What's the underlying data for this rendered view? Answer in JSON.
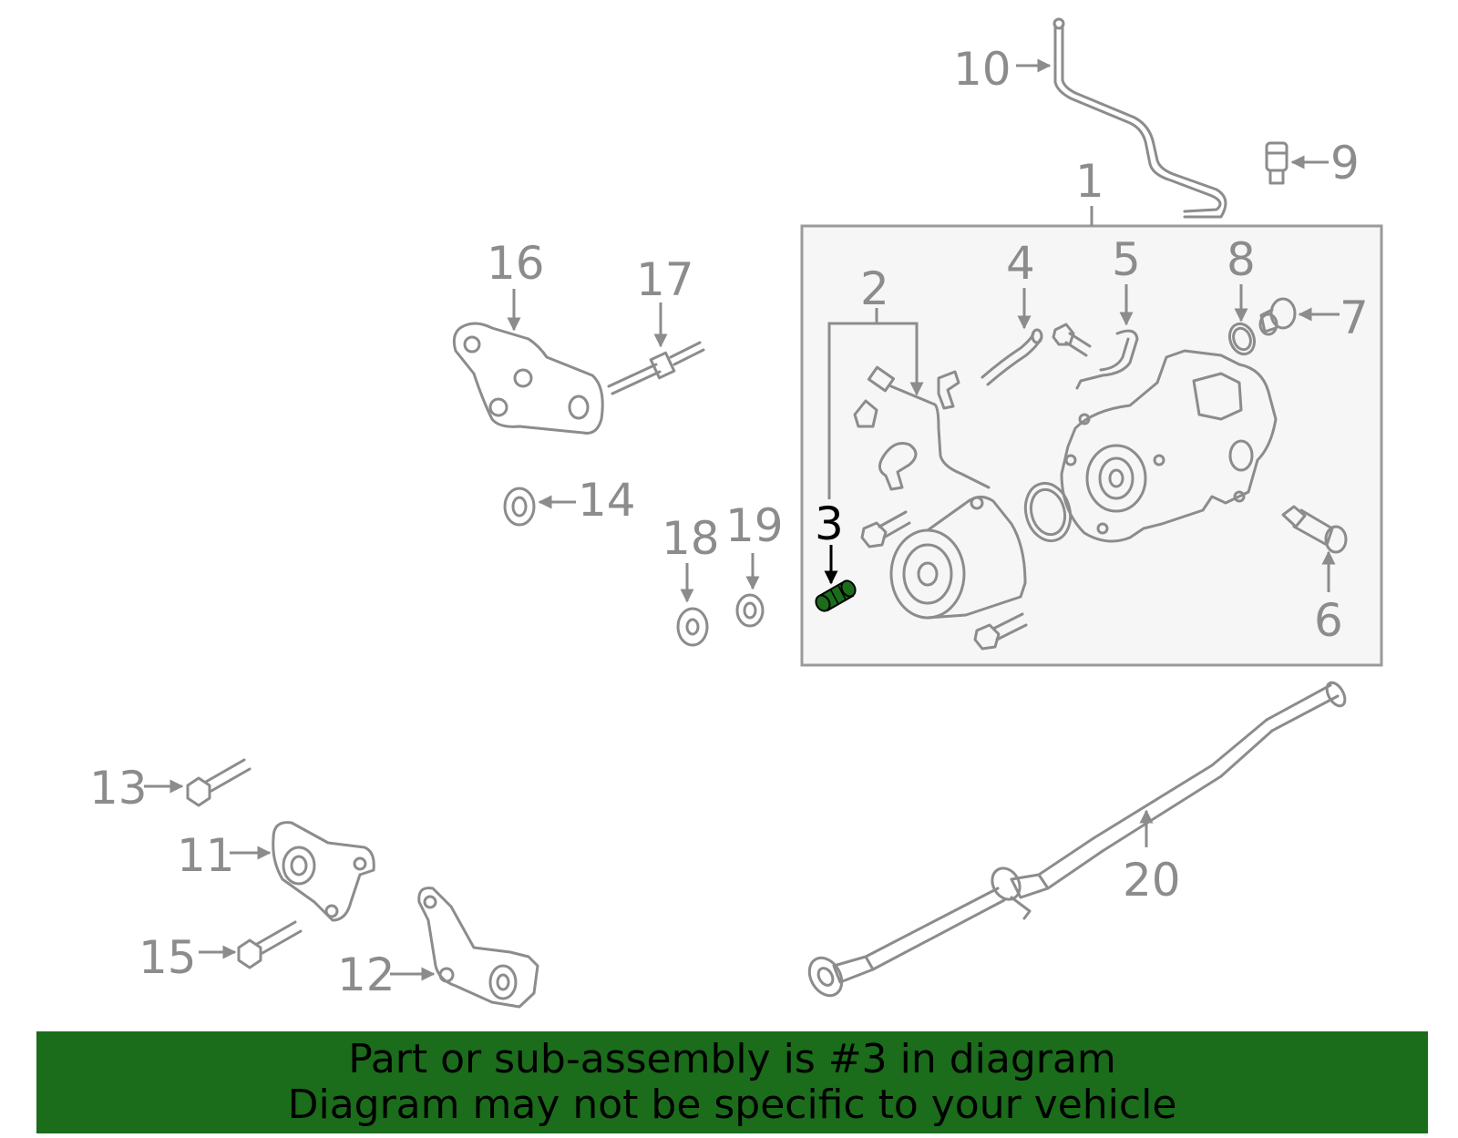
{
  "diagram": {
    "highlighted_part": "3",
    "colors": {
      "part_stroke": "#8c8c8c",
      "highlight": "#1b6c1b",
      "highlight_label": "#000000",
      "banner_bg": "#1b6c1b",
      "box_fill": "#f6f6f6"
    },
    "callouts": {
      "c1": "1",
      "c2": "2",
      "c3": "3",
      "c4": "4",
      "c5": "5",
      "c6": "6",
      "c7": "7",
      "c8": "8",
      "c9": "9",
      "c10": "10",
      "c11": "11",
      "c12": "12",
      "c13": "13",
      "c14": "14",
      "c15": "15",
      "c16": "16",
      "c17": "17",
      "c18": "18",
      "c19": "19",
      "c20": "20"
    }
  },
  "banner": {
    "line1": "Part or sub-assembly is #3 in diagram",
    "line2": "Diagram may not be specific to your vehicle"
  }
}
